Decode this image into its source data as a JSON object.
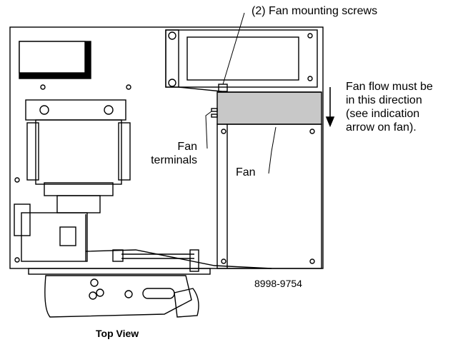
{
  "labels": {
    "screws": "(2) Fan mounting screws",
    "flow_lines": [
      "Fan flow must be",
      "in this direction",
      "(see indication",
      "arrow on fan)."
    ],
    "terminals_lines": [
      "Fan",
      "terminals"
    ],
    "fan": "Fan",
    "part_number": "8998-9754",
    "view": "Top View"
  }
}
